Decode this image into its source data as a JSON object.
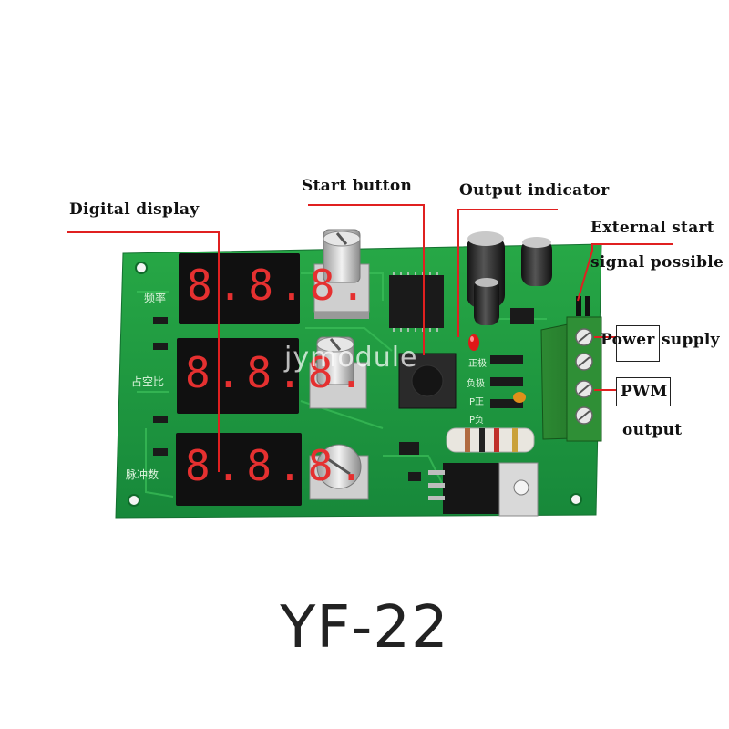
{
  "labels": {
    "digital_display": "Digital display",
    "start_button": "Start button",
    "output_indicator": "Output indicator",
    "external_start_1": "External start",
    "external_start_2": "signal possible",
    "power_supply_a": "Power",
    "power_supply_b": "supply",
    "pwm": "PWM",
    "output": "output"
  },
  "silkscreen": {
    "frequency": "频率",
    "duty_cycle": "占空比",
    "pulse_count": "脉冲数",
    "pos": "正极",
    "neg": "负极",
    "p_pos": "P正",
    "p_neg": "P负"
  },
  "displays": [
    {
      "digits": "8.8.8."
    },
    {
      "digits": "8.8.8."
    },
    {
      "digits": "8.8.8."
    }
  ],
  "watermark": "jymodule",
  "product_name": "YF-22",
  "colors": {
    "pcb": "#1f9a3c",
    "callout_line": "#e02020",
    "segment": "#e53030"
  }
}
